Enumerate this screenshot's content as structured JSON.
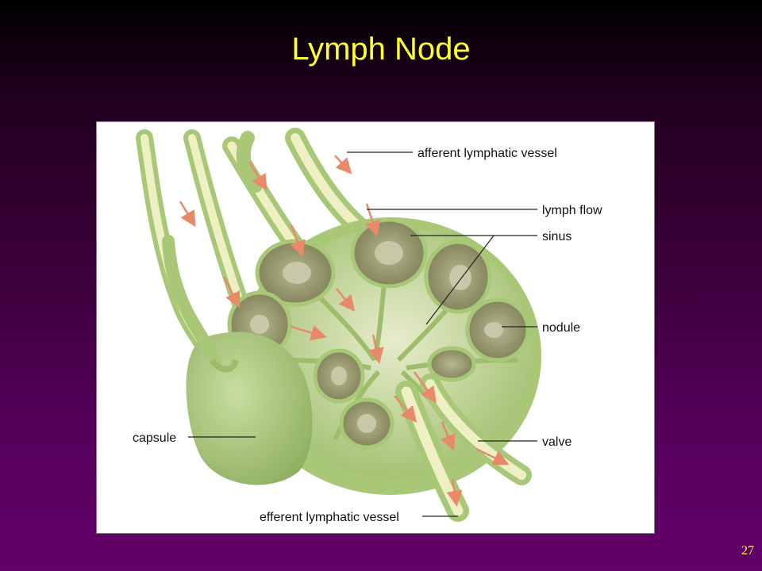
{
  "slide": {
    "title": "Lymph Node",
    "page_number": "27"
  },
  "labels": {
    "afferent": "afferent lymphatic vessel",
    "lymph_flow": "lymph flow",
    "sinus": "sinus",
    "nodule": "nodule",
    "capsule": "capsule",
    "valve": "valve",
    "efferent": "efferent lymphatic vessel"
  },
  "colors": {
    "node_green": "#a8c878",
    "vessel_cream": "#f0f0c0",
    "nodule_olive": "#8a8a60",
    "arrow_salmon": "#f4b890"
  }
}
